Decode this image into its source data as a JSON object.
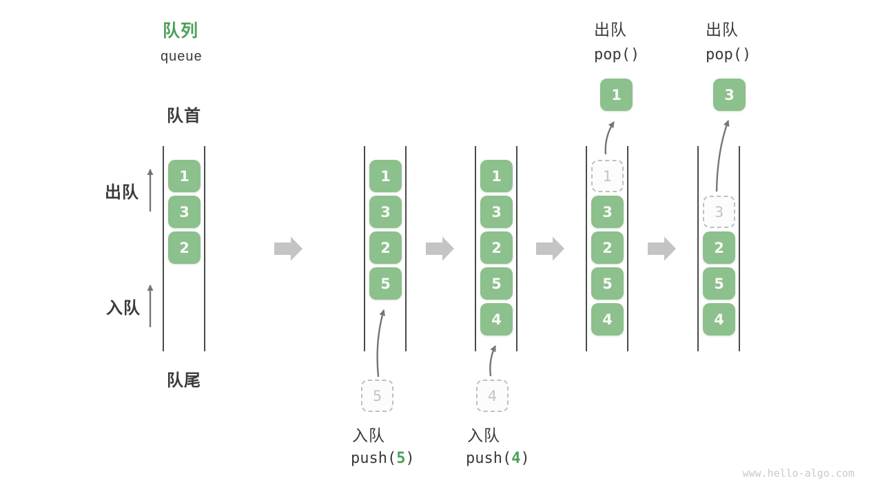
{
  "palette": {
    "accent_green": "#4CA05A",
    "box_green": "#8CC08C",
    "text_dark": "#3A3A3A",
    "arrow_gray": "#757575",
    "flow_arrow_gray": "#C4C4C4"
  },
  "header": {
    "title": "队列",
    "subtitle": "queue"
  },
  "side_labels": {
    "front": "队首",
    "rear": "队尾",
    "dequeue": "出队",
    "enqueue": "入队"
  },
  "operations": {
    "push5": {
      "label": "入队",
      "code_open": "push(",
      "arg": "5",
      "code_close": ")"
    },
    "push4": {
      "label": "入队",
      "code_open": "push(",
      "arg": "4",
      "code_close": ")"
    },
    "pop1": {
      "label": "出队",
      "code": "pop()"
    },
    "pop2": {
      "label": "出队",
      "code": "pop()"
    }
  },
  "columns": [
    {
      "slots": [
        {
          "value": "1"
        },
        {
          "value": "3"
        },
        {
          "value": "2"
        }
      ]
    },
    {
      "slots": [
        {
          "value": "1"
        },
        {
          "value": "3"
        },
        {
          "value": "2"
        },
        {
          "value": "5"
        }
      ],
      "pending": "5"
    },
    {
      "slots": [
        {
          "value": "1"
        },
        {
          "value": "3"
        },
        {
          "value": "2"
        },
        {
          "value": "5"
        },
        {
          "value": "4"
        }
      ],
      "pending": "4"
    },
    {
      "slots": [
        {
          "value": "1",
          "ghost": true
        },
        {
          "value": "3"
        },
        {
          "value": "2"
        },
        {
          "value": "5"
        },
        {
          "value": "4"
        }
      ],
      "popped": "1"
    },
    {
      "slots": [
        {
          "value": "3",
          "ghost": true
        },
        {
          "value": "2"
        },
        {
          "value": "5"
        },
        {
          "value": "4"
        }
      ],
      "popped": "3"
    }
  ],
  "footer": {
    "watermark": "www.hello-algo.com"
  }
}
